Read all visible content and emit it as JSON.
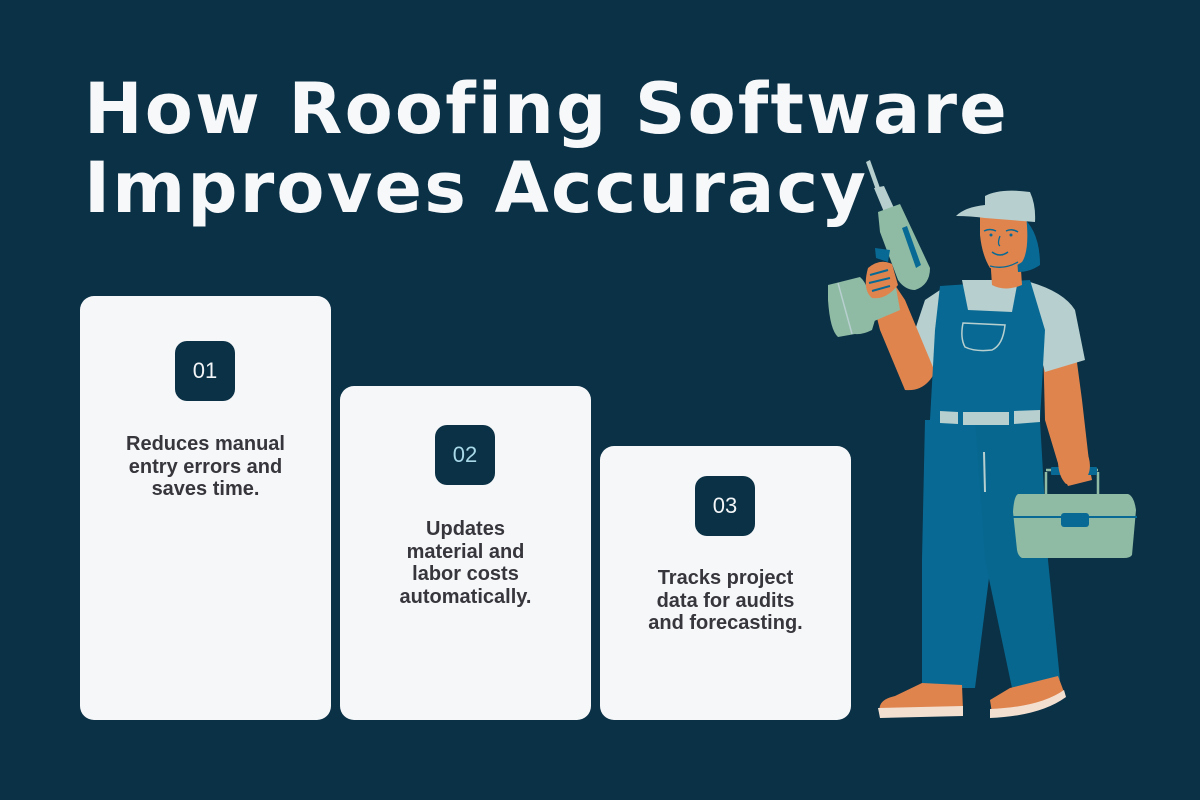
{
  "title": {
    "lines": [
      "How Roofing Software",
      "Improves Accuracy"
    ]
  },
  "cards": [
    {
      "number": "01",
      "number_color": "#f3f5f7",
      "text_lines": [
        "Reduces manual",
        "entry errors and",
        "saves time."
      ]
    },
    {
      "number": "02",
      "number_color": "#a9d9e8",
      "text_lines": [
        "Updates",
        "material and",
        "labor costs",
        "automatically."
      ]
    },
    {
      "number": "03",
      "number_color": "#f3f5f7",
      "text_lines": [
        "Tracks project",
        "data for audits",
        "and forecasting."
      ]
    }
  ],
  "illustration": {
    "subject": "worker-with-drill-and-toolbox",
    "icons": [
      "cordless-drill-icon",
      "toolbox-icon",
      "cap-icon"
    ]
  },
  "colors": {
    "background": "#0a3146",
    "card": "#f6f7f9",
    "badge": "#0a3146",
    "card_text": "#36363c",
    "title": "#f6f8fa",
    "skin": "#e0844e",
    "overalls": "#086a94",
    "shirt_cap": "#b7cfcf",
    "tool_green": "#8fbba4",
    "shoe_sole": "#f3dfd0"
  }
}
